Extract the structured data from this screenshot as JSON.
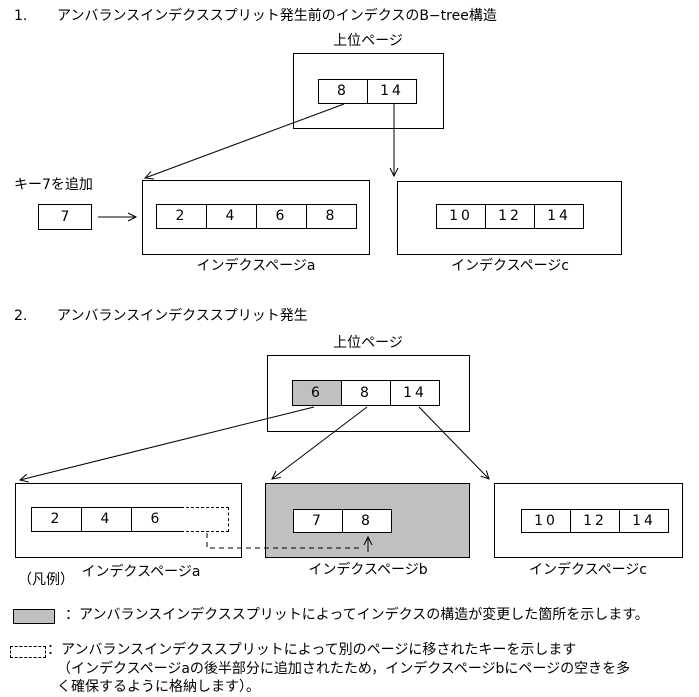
{
  "colors": {
    "background": "#ffffff",
    "line": "#000000",
    "highlight": "#c0c0c0"
  },
  "section1": {
    "number": "1.",
    "title": "アンバランスインデクススプリット発生前のインデクスのB−tree構造",
    "parent_page": {
      "label": "上位ページ",
      "cells": [
        "8",
        "14"
      ]
    },
    "key_insert": {
      "caption": "キー7を追加",
      "value": "7"
    },
    "page_a": {
      "label": "インデクスページa",
      "cells": [
        "2",
        "4",
        "6",
        "8"
      ]
    },
    "page_c": {
      "label": "インデクスページc",
      "cells": [
        "10",
        "12",
        "14"
      ]
    }
  },
  "section2": {
    "number": "2.",
    "title": "アンバランスインデクススプリット発生",
    "parent_page": {
      "label": "上位ページ",
      "cells": [
        "6",
        "8",
        "14"
      ],
      "highlighted_cell": "6"
    },
    "page_a": {
      "label": "インデクスページa",
      "cells": [
        "2",
        "4",
        "6"
      ],
      "moved_key_slot": "dashed-empty"
    },
    "page_b": {
      "label": "インデクスページb",
      "cells": [
        "7",
        "8"
      ],
      "highlighted": true
    },
    "page_c": {
      "label": "インデクスページc",
      "cells": [
        "10",
        "12",
        "14"
      ]
    }
  },
  "legend": {
    "heading": "（凡例）",
    "gray_item": {
      "swatch": "gray-filled-box",
      "text": "：アンバランスインデクススプリットによってインデクスの構造が変更した箇所を示します。"
    },
    "dashed_item": {
      "swatch": "dashed-outline-box",
      "line1": "：アンバランスインデクススプリットによって別のページに移されたキーを示します",
      "line2": "（インデクスページaの後半部分に追加されたため，インデクスページbにページの空きを多",
      "line3": "く確保するように格納します）。"
    }
  }
}
